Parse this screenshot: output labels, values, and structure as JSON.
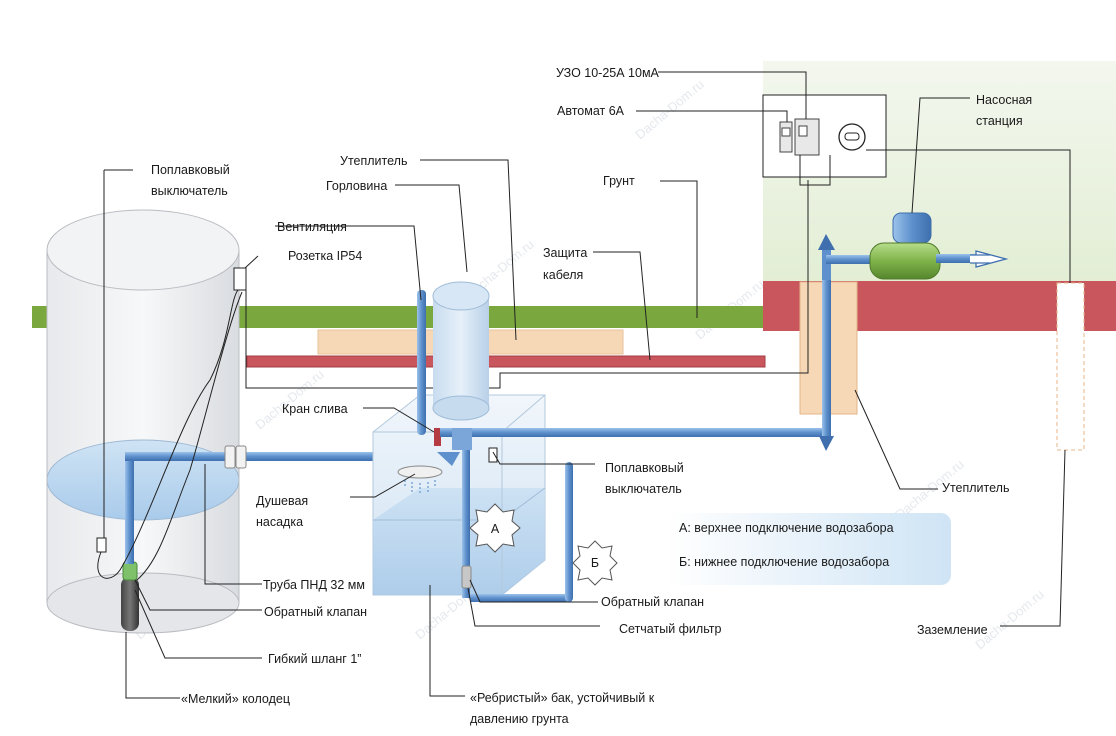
{
  "labels": {
    "uzo": "УЗО  10-25А  10мА",
    "avtomat": "Автомат 6А",
    "nasos_1": "Насосная",
    "nasos_2": "станция",
    "grunt": "Грунт",
    "uteplitel_top": "Утеплитель",
    "gorlovina": "Горловина",
    "ventilyatsiya": "Вентиляция",
    "rozetka": "Розетка IP54",
    "zashchita_1": "Защита",
    "zashchita_2": "кабеля",
    "poplav_left_1": "Поплавковый",
    "poplav_left_2": "выключатель",
    "kran": "Кран слива",
    "poplav_mid_1": "Поплавковый",
    "poplav_mid_2": "выключатель",
    "dush_1": "Душевая",
    "dush_2": "насадка",
    "truba": "Труба ПНД 32 мм",
    "klapan_left": "Обратный клапан",
    "shlang": "Гибкий шланг 1”",
    "kolodets": "«Мелкий» колодец",
    "bak_1": "«Ребристый» бак, устойчивый к",
    "bak_2": "давлению грунта",
    "klapan_mid": "Обратный клапан",
    "filtr": "Сетчатый фильтр",
    "uteplitel_right": "Утеплитель",
    "zazemlenie": "Заземление",
    "mark_a": "А",
    "mark_b": "Б"
  },
  "legend": {
    "a": "А: верхнее подключение водозабора",
    "b": "Б: нижнее подключение водозабора"
  },
  "watermark": "Dacha-Dom.ru",
  "colors": {
    "pipe": "#6d9fd6",
    "pipe_dark": "#3f74b5",
    "soil_green": "#7aa83e",
    "soil_red": "#c9565d",
    "insulation": "#f6d8b6",
    "box_bg": "#e9f2dd",
    "legend_bg": "#dcecf8"
  }
}
